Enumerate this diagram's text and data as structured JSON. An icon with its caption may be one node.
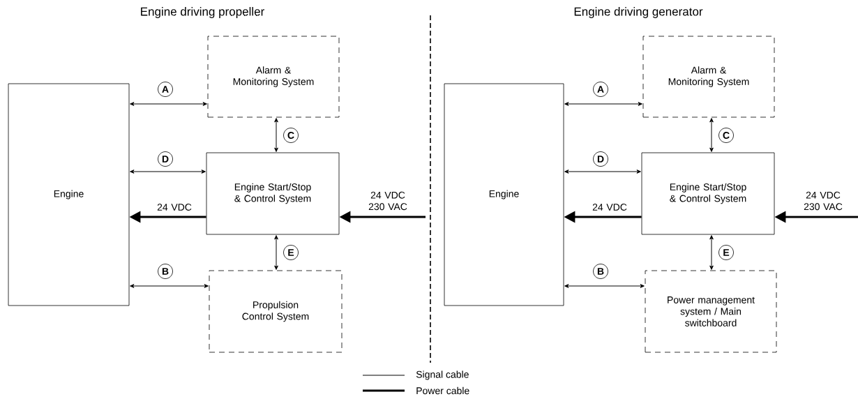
{
  "diagram": {
    "nodes": [
      {
        "text": [
          "Engine"
        ]
      },
      {
        "text": [
          "Alarm & Monitoring System"
        ]
      },
      {
        "text": [
          "Engine Start/Stop & Control System"
        ]
      },
      {
        "text": [
          "Propulsion Control System"
        ]
      },
      {
        "text": [
          "Engine"
        ]
      },
      {
        "text": [
          "Alarm & Monitoring System"
        ]
      },
      {
        "text": [
          "Engine Start/Stop & Control System"
        ]
      },
      {
        "text": [
          "Power management system / Main switchboard"
        ]
      }
    ],
    "edges": [
      {
        "from": 0,
        "to": 1,
        "arrow": "both",
        "label": "A"
      },
      {
        "from": 1,
        "to": 2,
        "arrow": "both",
        "label": "C"
      },
      {
        "from": 0,
        "to": 2,
        "arrow": "both",
        "label": "D"
      },
      {
        "from": 2,
        "to": 0,
        "arrow": "to",
        "label": "24 VDC",
        "style": "thick"
      },
      {
        "from": null,
        "to": 2,
        "arrow": "to",
        "label": "24 VDC 230 VAC",
        "style": "thick"
      },
      {
        "from": 2,
        "to": 3,
        "arrow": "both",
        "label": "E"
      },
      {
        "from": 0,
        "to": 3,
        "arrow": "both",
        "label": "B"
      },
      {
        "from": 4,
        "to": 5,
        "arrow": "both",
        "label": "A"
      },
      {
        "from": 5,
        "to": 6,
        "arrow": "both",
        "label": "C"
      },
      {
        "from": 4,
        "to": 6,
        "arrow": "both",
        "label": "D"
      },
      {
        "from": 6,
        "to": 4,
        "arrow": "to",
        "label": "24 VDC",
        "style": "thick"
      },
      {
        "from": null,
        "to": 6,
        "arrow": "to",
        "label": "24 VDC 230 VAC",
        "style": "thick"
      },
      {
        "from": 6,
        "to": 7,
        "arrow": "both",
        "label": "E"
      },
      {
        "from": 4,
        "to": 7,
        "arrow": "both",
        "label": "B"
      }
    ],
    "labels": [
      "Engine driving propeller",
      "Engine driving generator"
    ],
    "legend": [
      {
        "text": "Signal cable"
      },
      {
        "text": "Power cable"
      }
    ]
  }
}
